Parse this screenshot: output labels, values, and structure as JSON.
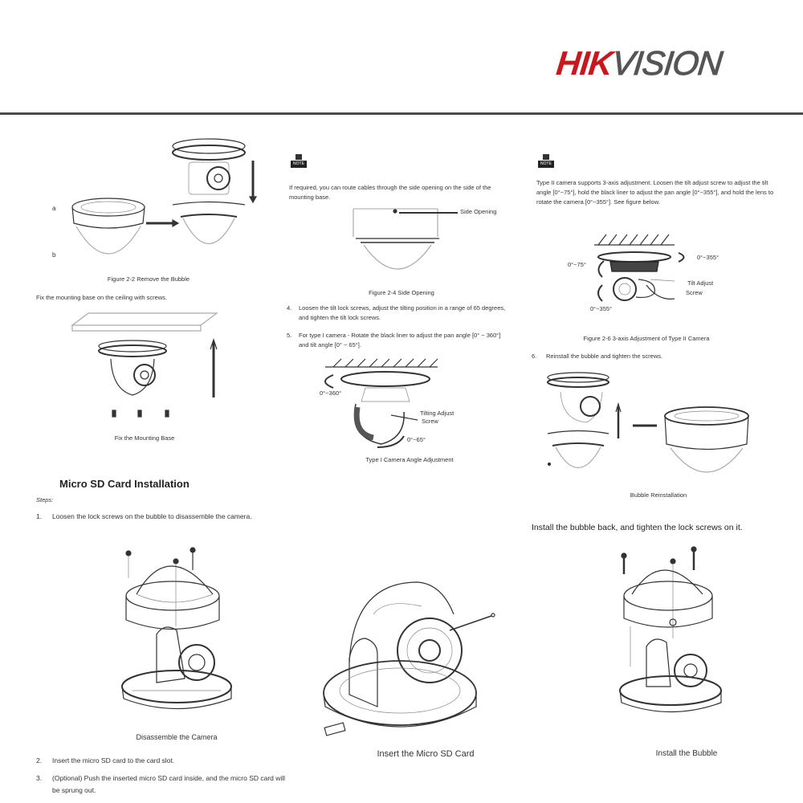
{
  "header": {
    "brand_part1": "HIK",
    "brand_part2": "VISION"
  },
  "col1": {
    "fig_remove_caption": "Figure 2-2 Remove the Bubble",
    "step_fix_text": "Fix the mounting base on the ceiling with screws.",
    "fig_fix_caption": "Fix the Mounting Base",
    "markers": [
      "a",
      "b"
    ]
  },
  "col2": {
    "note_label": "NOTE",
    "note_text": "If required, you can route cables through the side opening on the side of the mounting base.",
    "side_opening_label": "Side Opening",
    "fig_side_caption": "Figure 2-4 Side Opening",
    "steps": [
      {
        "num": "4.",
        "text": "Loosen the tilt lock screws, adjust the tilting position in a range of 65 degrees, and tighten the tilt lock screws."
      },
      {
        "num": "5.",
        "text": "For type I camera - Rotate the black liner to adjust the pan angle [0° ~ 360°] and tilt angle [0° ~ 65°]."
      }
    ],
    "pan_label": "0°~360°",
    "tilt_screw_label_1": "Tilting Adjust",
    "tilt_screw_label_2": "Screw",
    "tilt_label": "0°~65°",
    "fig_type1_caption": "Type I Camera Angle Adjustment"
  },
  "col3": {
    "note_label": "NOTE",
    "note_text": "Type II camera supports 3-axis adjustment. Loosen the tilt adjust screw to adjust the tilt angle [0°~75°], hold the black liner to adjust the pan angle [0°~355°], and hold the lens to rotate the camera [0°~355°]. See figure below.",
    "tilt_label": "0°~75°",
    "pan_label": "0°~355°",
    "rotate_label": "0°~355°",
    "tilt_screw_label_1": "Tilt Adjust",
    "tilt_screw_label_2": "Screw",
    "fig_type2_caption": "Figure 2-6 3-axis Adjustment of Type II Camera",
    "step6": {
      "num": "6.",
      "text": "Reinstall the bubble and tighten the screws."
    },
    "fig_reinstall_caption": "Bubble Reinstallation"
  },
  "sd_section": {
    "title": "Micro SD Card Installation",
    "steps_label": "Steps:",
    "step1": {
      "num": "1.",
      "text": "Loosen the lock screws on the bubble to disassemble the camera."
    },
    "fig_disassemble_caption": "Disassemble the Camera",
    "step2": {
      "num": "2.",
      "text": "Insert the micro SD card to the card slot."
    },
    "step3": {
      "num": "3.",
      "text": "(Optional) Push the inserted micro SD card inside, and the micro SD card will be sprung out."
    },
    "fig_insert_caption": "Insert the Micro SD Card",
    "install_instruction": "Install the bubble back, and tighten the lock screws on it.",
    "fig_install_caption": "Install the Bubble"
  }
}
